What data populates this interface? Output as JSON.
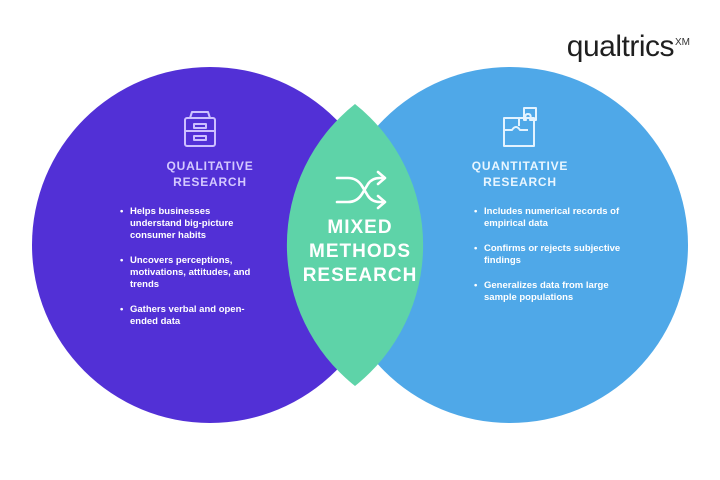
{
  "logo": {
    "brand": "qualtrics",
    "suffix": "XM"
  },
  "colors": {
    "qualitative": "#5230d6",
    "quantitative": "#4fa8e8",
    "mixed": "#5ed3a8",
    "gap": "#ffffff"
  },
  "qualitative": {
    "heading": [
      "QUALITATIVE",
      "RESEARCH"
    ],
    "icon": "file-drawer-icon",
    "bullets": [
      "Helps businesses understand big-picture consumer habits",
      "Uncovers perceptions, motivations, attitudes, and trends",
      "Gathers verbal and open-ended data"
    ]
  },
  "mixed": {
    "heading": [
      "MIXED",
      "METHODS",
      "RESEARCH"
    ],
    "icon": "shuffle-icon"
  },
  "quantitative": {
    "heading": [
      "QUANTITATIVE",
      "RESEARCH"
    ],
    "icon": "puzzle-icon",
    "bullets": [
      "Includes numerical records of empirical data",
      "Confirms or rejects subjective findings",
      "Generalizes data from large sample populations"
    ]
  }
}
